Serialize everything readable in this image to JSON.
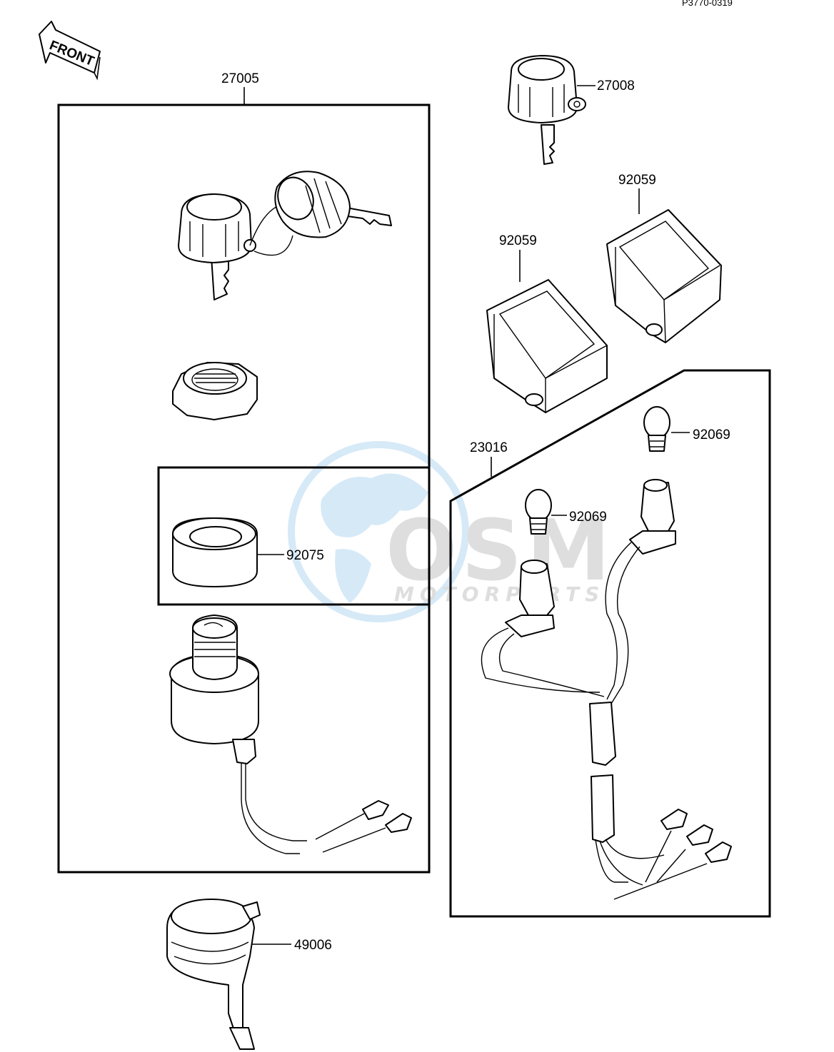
{
  "diagram": {
    "reference": "P3770-0319",
    "direction_label": "FRONT",
    "callouts": {
      "ignition_switch_kit": "27005",
      "key_set": "27008",
      "lens_left": "92059",
      "lens_right": "92059",
      "bulb_upper": "92069",
      "bulb_lower": "92069",
      "harness_assy": "23016",
      "spacer": "92075",
      "cover": "49006"
    },
    "watermark": {
      "brand": "OSM",
      "subtitle": "MOTORPARTS",
      "colors": {
        "globe": "#cfe6f6",
        "letters": "#d9d9d9"
      }
    }
  }
}
